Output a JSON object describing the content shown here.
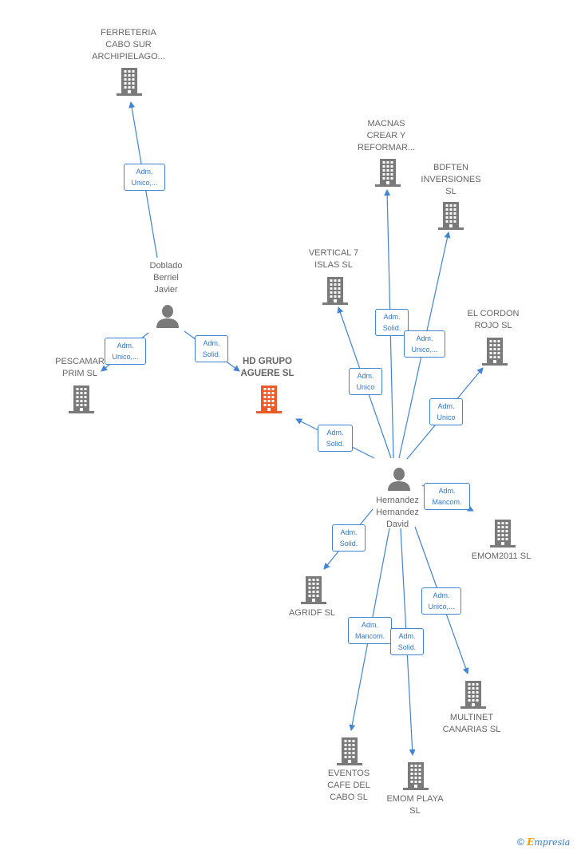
{
  "colors": {
    "node": "#7a7a7a",
    "focus": "#ee5a28",
    "edge": "#3f84d6",
    "label": "#666666"
  },
  "companies": [
    {
      "id": "ferreteria",
      "label": "FERRETERIA\nCABO SUR\nARCHIPIELAGO...",
      "icon": "building-icon"
    },
    {
      "id": "macnas",
      "label": "MACNAS\nCREAR Y\nREFORMAR...",
      "icon": "building-icon"
    },
    {
      "id": "bdften",
      "label": "BDFTEN\nINVERSIONES\nSL",
      "icon": "building-icon"
    },
    {
      "id": "vertical7",
      "label": "VERTICAL 7\nISLAS SL",
      "icon": "building-icon"
    },
    {
      "id": "elcordon",
      "label": "EL CORDON\nROJO  SL",
      "icon": "building-icon"
    },
    {
      "id": "pescamar",
      "label": "PESCAMAR\nPRIM  SL",
      "icon": "building-icon"
    },
    {
      "id": "hdgrupo",
      "label": "HD GRUPO\nAGUERE  SL",
      "icon": "building-icon",
      "focus": true
    },
    {
      "id": "emom2011",
      "label": "EMOM2011 SL",
      "icon": "building-icon"
    },
    {
      "id": "agridf",
      "label": "AGRIDF  SL",
      "icon": "building-icon"
    },
    {
      "id": "multinet",
      "label": "MULTINET\nCANARIAS  SL",
      "icon": "building-icon"
    },
    {
      "id": "eventos",
      "label": "EVENTOS\nCAFE DEL\nCABO  SL",
      "icon": "building-icon"
    },
    {
      "id": "emomplaya",
      "label": "EMOM PLAYA\nSL",
      "icon": "building-icon"
    }
  ],
  "people": [
    {
      "id": "doblado",
      "label": "Doblado\nBerriel\nJavier",
      "icon": "person-icon"
    },
    {
      "id": "hernandez",
      "label": "Hernandez\nHernandez\nDavid",
      "icon": "person-icon"
    }
  ],
  "relations": [
    {
      "id": "r1",
      "from": "doblado",
      "to": "ferreteria",
      "label": "Adm.\nUnico,..."
    },
    {
      "id": "r2",
      "from": "doblado",
      "to": "pescamar",
      "label": "Adm.\nUnico,..."
    },
    {
      "id": "r3",
      "from": "doblado",
      "to": "hdgrupo",
      "label": "Adm.\nSolid."
    },
    {
      "id": "r4",
      "from": "hernandez",
      "to": "macnas",
      "label": "Adm.\nSolid."
    },
    {
      "id": "r5",
      "from": "hernandez",
      "to": "bdften",
      "label": "Adm.\nUnico,..."
    },
    {
      "id": "r6",
      "from": "hernandez",
      "to": "vertical7",
      "label": "Adm.\nUnico"
    },
    {
      "id": "r7",
      "from": "hernandez",
      "to": "elcordon",
      "label": "Adm.\nUnico"
    },
    {
      "id": "r8",
      "from": "hernandez",
      "to": "hdgrupo",
      "label": "Adm.\nSolid."
    },
    {
      "id": "r9",
      "from": "hernandez",
      "to": "emom2011",
      "label": "Adm.\nMancom."
    },
    {
      "id": "r10",
      "from": "hernandez",
      "to": "agridf",
      "label": "Adm.\nSolid."
    },
    {
      "id": "r11",
      "from": "hernandez",
      "to": "multinet",
      "label": "Adm.\nUnico,..."
    },
    {
      "id": "r12",
      "from": "hernandez",
      "to": "eventos",
      "label": "Adm.\nMancom."
    },
    {
      "id": "r13",
      "from": "hernandez",
      "to": "emomplaya",
      "label": "Adm.\nSolid."
    }
  ],
  "footer": {
    "copyright": "©",
    "brand_initial": "E",
    "brand_rest": "mpresia"
  }
}
